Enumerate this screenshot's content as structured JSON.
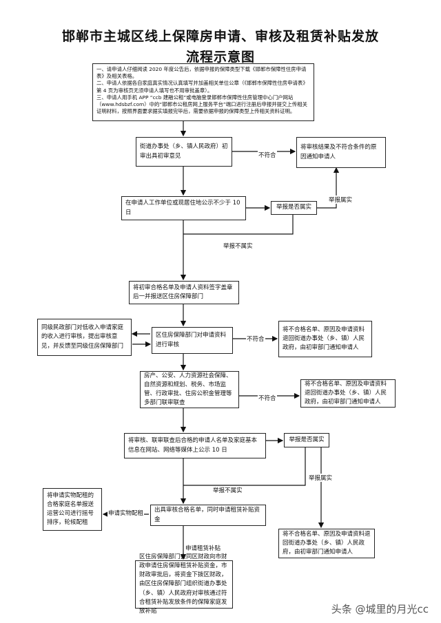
{
  "title": {
    "line1": "邯郸市主城区线上保障房申请、审核及租赁补贴发放",
    "line2": "流程示意图"
  },
  "nodes": {
    "intro": {
      "p1": "一、请申请人仔细阅读 2020 年度公告后，依据申报的保障类型下载《邯郸市保障性住房申请表》及相关表格。",
      "p2": "二、申请人依据各自家庭真实情况认真填写并加盖相关单位公章（《邯郸市保障性住房申请表》第 4 页为审核页无须申请人填写也不用审批盖章）。",
      "p3": "三、申请人用手机 APP “ccb 建融公租”或电脑登录邯郸市保障性住房管理中心门户网站（www.hdsbzf.com）中的“邯郸市公租房网上服务平台”端口进行注册后申报并提交上传相关证明材料，按照界面要求据实填报完毕后，需要依据申报的保障类型上传相关资料证明。"
    },
    "street_review": "街道办事处（乡、镇人民政府）初审出具初审意见",
    "reject_notify1": "将审核结果及不符合条件的原因通知申请人",
    "publicity10": "在申请人工作单位或现居住地公示不少于 10 日",
    "report_check1": "举报是否属实",
    "submit_district": "将初审合格名单及申请人资料签字盖章后一并报送区住房保障部门",
    "civil_affairs": "同级民政部门对低收入申请家庭的收入进行审核，提出审核意见，并反馈至同级住房保障部门",
    "district_review": "区住房保障部门对申请资料进行审核",
    "reject_notify2": "将不合格名单、原因及申请资料退回街道办事处（乡、镇）人民政府，由初审部门通知申请人",
    "joint_review": "房产、公安、人力资源社会保障、自然资源和规划、税务、市场监管、行政审批、住房公积金管理等多部门联审联查",
    "reject_notify3": "将不合格名单、原因及申请资料退回街道办事处（乡、镇）人民政府，由初审部门通知申请人",
    "public_online": "将审核、联审联查后合格的申请人名单及家庭基本信息在网站、网络等媒体上公示 10 日",
    "report_check2": "举报是否属实",
    "issue_list": "出具审核合格名单，同时申请租赁补贴资金",
    "physical_housing": "将申请实物配租的合格家庭名单报送运营公司进行摇号排序，轮候配租",
    "reject_notify4": "将不合格名单、原因及申请资料退回街道办事处（乡、镇）人民政府，由初审部门通知申请人",
    "subsidy_payment": "区住房保障部门会同区财政向市财政申请住房保障租赁补贴资金，市财政审批后，将资金下拨区财政，由区住房保障部门组织街道办事处（乡、镇）人民政府对审核通过符合租赁补贴发放条件的保障家庭发放补贴"
  },
  "edge_labels": {
    "not_eligible": "不符合",
    "report_true": "举报属实",
    "report_false": "举报不属实",
    "apply_physical": "申请实物配租",
    "apply_subsidy": "申请租赁补贴"
  },
  "watermark": "头条 @城里的月光cc"
}
